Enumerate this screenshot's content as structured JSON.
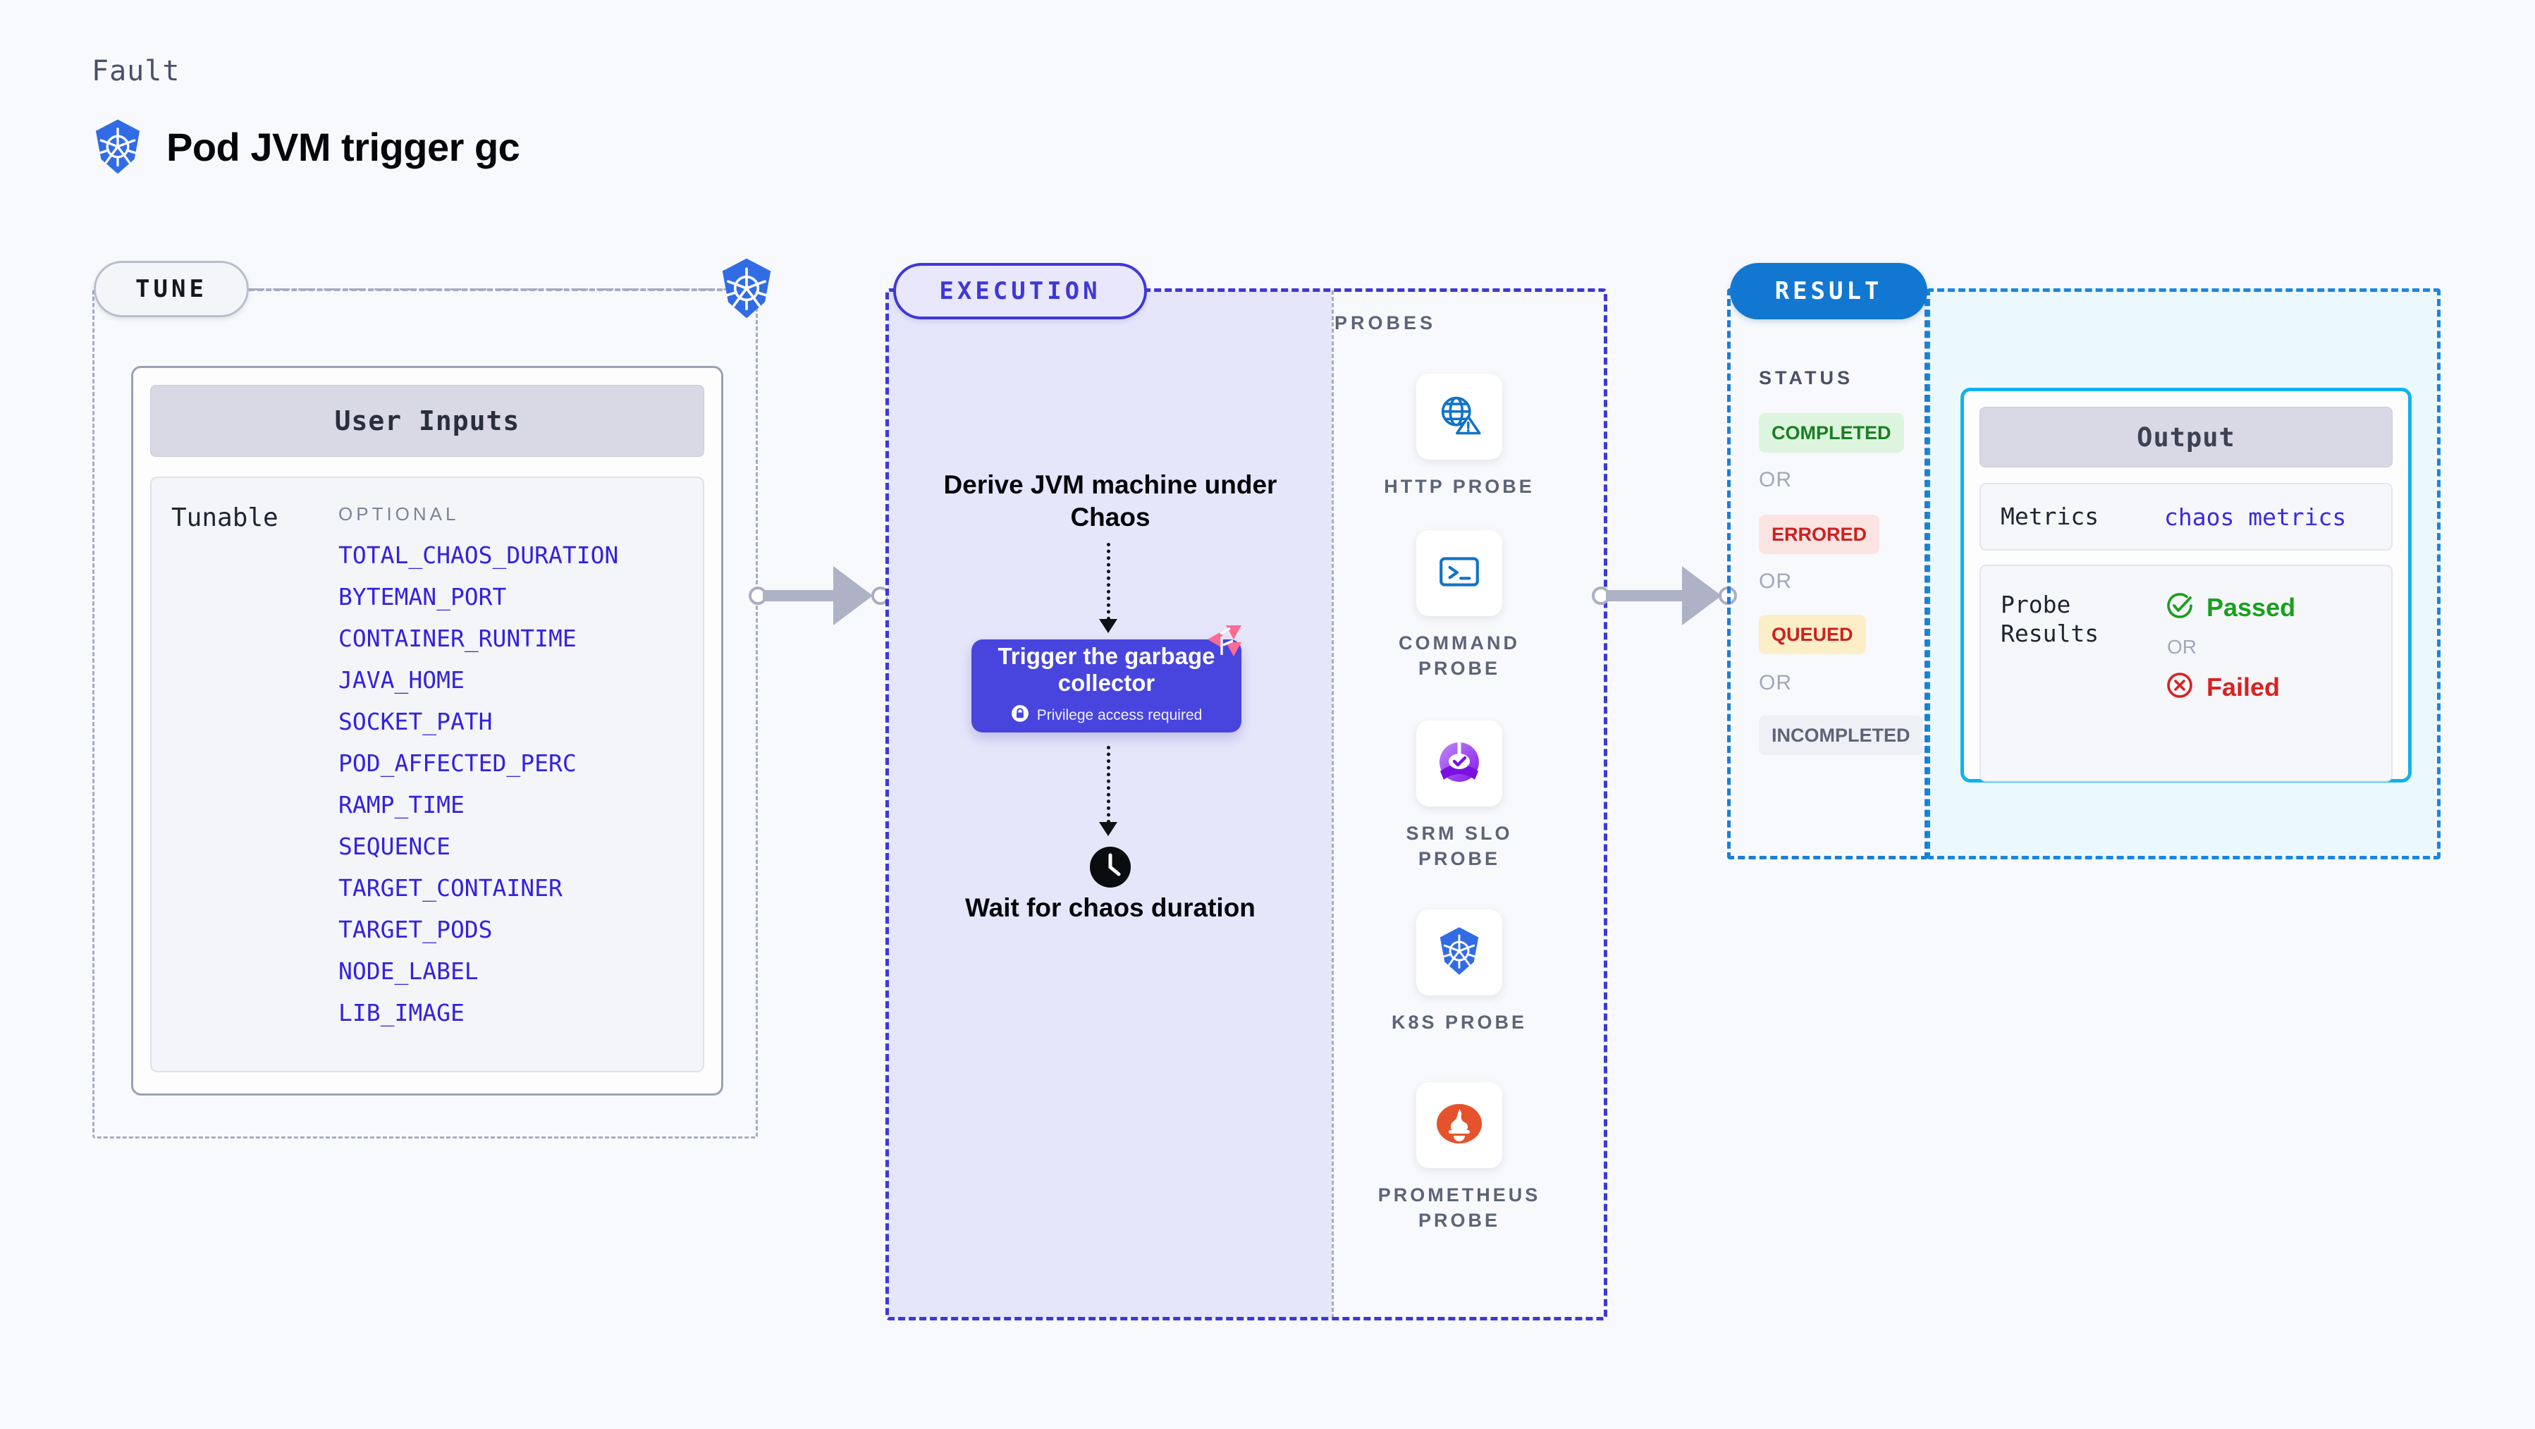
{
  "header": {
    "kicker": "Fault",
    "title": "Pod JVM trigger gc",
    "icon": "kubernetes-icon"
  },
  "tune": {
    "badge": "TUNE",
    "node_icon": "kubernetes-icon",
    "user_inputs_title": "User Inputs",
    "tunable_label": "Tunable",
    "optional_label": "OPTIONAL",
    "tunables": [
      "TOTAL_CHAOS_DURATION",
      "BYTEMAN_PORT",
      "CONTAINER_RUNTIME",
      "JAVA_HOME",
      "SOCKET_PATH",
      "POD_AFFECTED_PERC",
      "RAMP_TIME",
      "SEQUENCE",
      "TARGET_CONTAINER",
      "TARGET_PODS",
      "NODE_LABEL",
      "LIB_IMAGE"
    ]
  },
  "execution": {
    "badge": "EXECUTION",
    "step_derive": "Derive JVM machine under Chaos",
    "card_title": "Trigger the garbage collector",
    "card_subtitle": "Privilege access required",
    "card_lock_icon": "lock-icon",
    "card_corner_icon": "litmus-icon",
    "step_wait": "Wait for chaos duration",
    "wait_icon": "clock-icon"
  },
  "probes": {
    "title": "PROBES",
    "items": [
      {
        "label": "HTTP PROBE",
        "icon": "globe-warning-icon"
      },
      {
        "label": "COMMAND PROBE",
        "icon": "terminal-icon"
      },
      {
        "label": "SRM SLO PROBE",
        "icon": "srm-slo-icon"
      },
      {
        "label": "K8S PROBE",
        "icon": "kubernetes-icon"
      },
      {
        "label": "PROMETHEUS PROBE",
        "icon": "prometheus-icon"
      }
    ]
  },
  "result": {
    "badge": "RESULT",
    "status_title": "STATUS",
    "or_label": "OR",
    "statuses": [
      {
        "label": "COMPLETED",
        "color": "#1a7f23",
        "bg": "#ddf5de"
      },
      {
        "label": "ERRORED",
        "color": "#cc2121",
        "bg": "#fbe4e2"
      },
      {
        "label": "QUEUED",
        "color": "#cc2121",
        "bg": "#fcefc8"
      },
      {
        "label": "INCOMPLETED",
        "color": "#5d6478",
        "bg": "#eef0f5"
      }
    ]
  },
  "output": {
    "title": "Output",
    "metrics_key": "Metrics",
    "metrics_value": "chaos metrics",
    "probe_results_key": "Probe Results",
    "passed_label": "Passed",
    "passed_icon": "check-circle-icon",
    "or_label": "OR",
    "failed_label": "Failed",
    "failed_icon": "x-circle-icon"
  },
  "colors": {
    "background": "#f8f9fc",
    "tune_border": "#a7adc0",
    "execution_border": "#3f37d6",
    "execution_fill": "#e6e6fb",
    "result_border": "#1b7fd4",
    "result_badge": "#1177d1",
    "output_border": "#12b2e8",
    "output_fill": "#ebf9fe",
    "card_indigo": "#4845de",
    "tunable_text": "#3422dd",
    "litmus_pink": "#fb6b92",
    "k8s_blue": "#326ce5"
  }
}
